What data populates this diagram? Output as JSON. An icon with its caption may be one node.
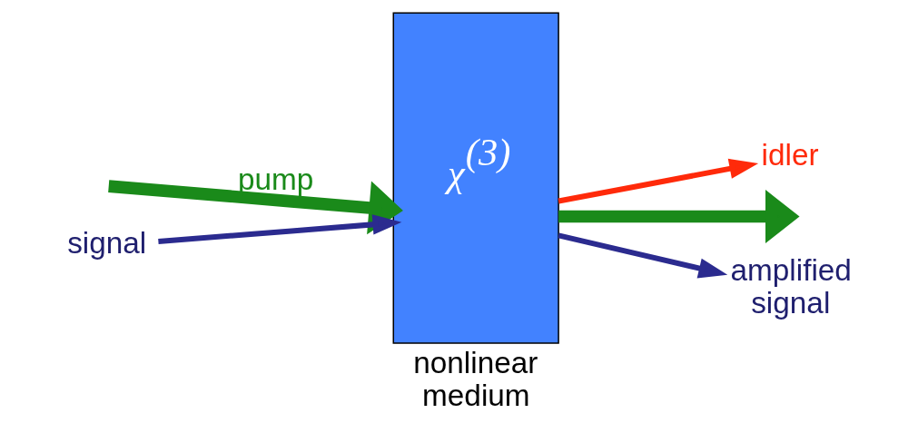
{
  "diagram": {
    "nodes": [
      {
        "text": [
          "signal"
        ]
      },
      {
        "text": [
          "χ$^{(3)}$"
        ],
        "beside": [
          "nonlinear medium"
        ]
      },
      {
        "text": [
          "idler"
        ]
      },
      {
        "text": [
          "amplified signal"
        ]
      }
    ],
    "edges": [
      {
        "from": null,
        "to": 1,
        "arrow": "to",
        "label": "pump",
        "style": "thick",
        "color": "#1a8a1a"
      },
      {
        "from": 0,
        "to": 1,
        "arrow": "to",
        "color": "#2b2b8f"
      },
      {
        "from": 1,
        "to": 2,
        "arrow": "to",
        "color": "#ff2a0a"
      },
      {
        "from": 1,
        "to": null,
        "arrow": "to",
        "style": "thick",
        "color": "#1a8a1a"
      },
      {
        "from": 1,
        "to": 3,
        "arrow": "to",
        "color": "#2b2b8f"
      }
    ]
  }
}
